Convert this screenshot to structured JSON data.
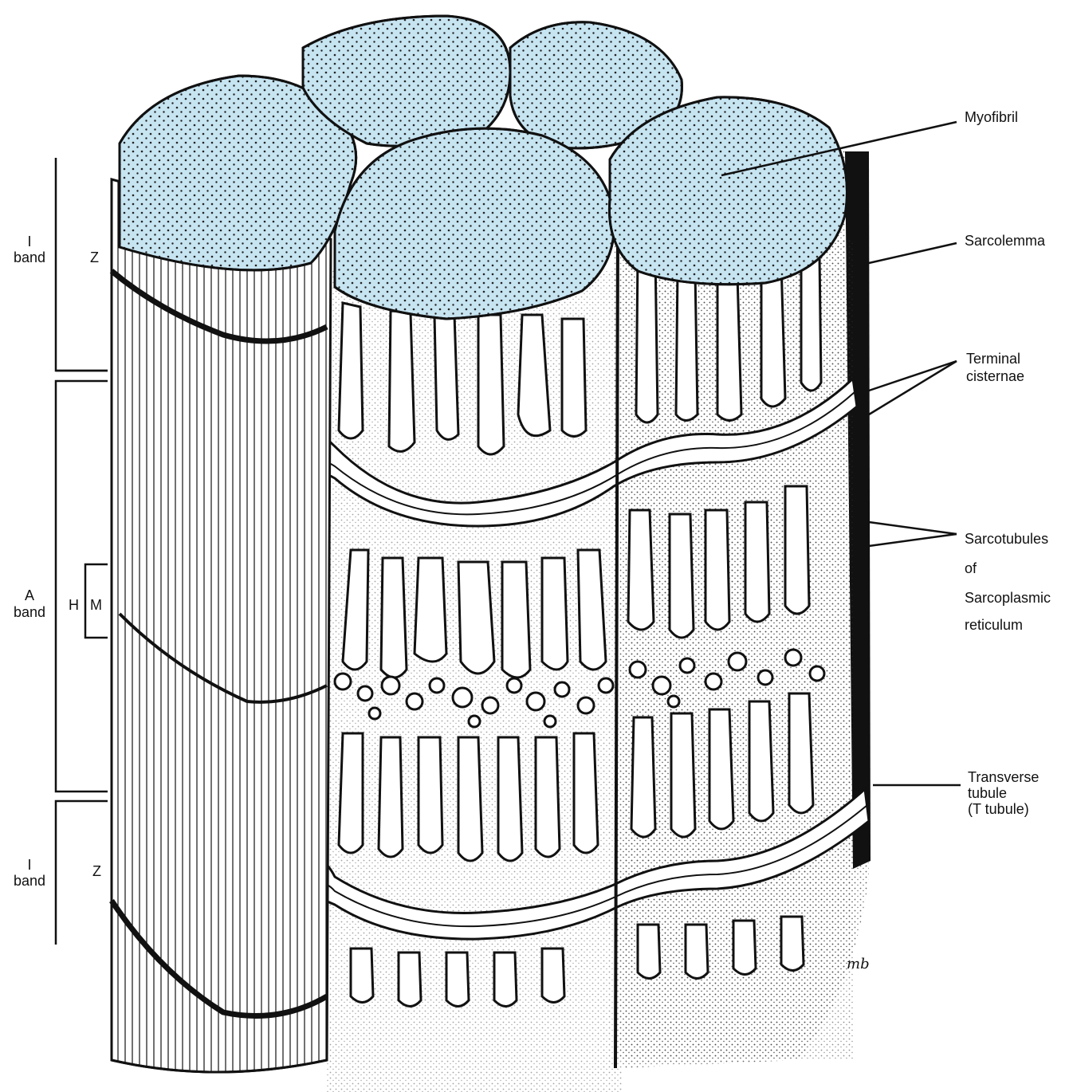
{
  "labels": {
    "myofibril": "Myofibril",
    "sarcolemma": "Sarcolemma",
    "terminal_cisternae": {
      "line1": "Terminal",
      "line2": "cisternae"
    },
    "sarcotubules": {
      "line1": "Sarcotubules",
      "line2": "of",
      "line3": "Sarcoplasmic",
      "line4": "reticulum"
    },
    "transverse_tubule": {
      "line1": "Transverse",
      "line2": "tubule",
      "line3": "(T tubule)"
    },
    "i_band_top": {
      "line1": "I",
      "line2": "band"
    },
    "z_top": "Z",
    "a_band": {
      "line1": "A",
      "line2": "band"
    },
    "h": "H",
    "m": "M",
    "i_band_bottom": {
      "line1": "I",
      "line2": "band"
    },
    "z_bottom": "Z"
  },
  "signature": "mb",
  "colors": {
    "myofibril_fill": "#c7e4f1",
    "ink": "#111111",
    "background": "#ffffff"
  }
}
